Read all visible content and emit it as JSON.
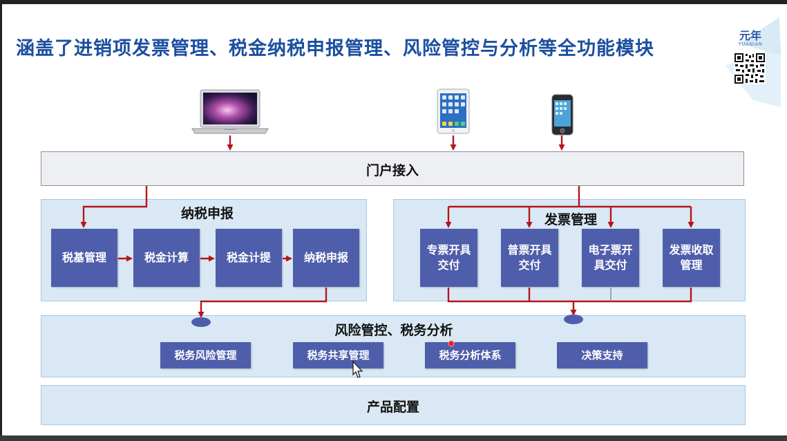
{
  "title": "涵盖了进销项发票管理、税金纳税申报管理、风险管控与分析等全功能模块",
  "brand": {
    "logo_text": "元年",
    "logo_sub": "YUANIAN"
  },
  "portal": {
    "label": "门户接入"
  },
  "tax_declaration": {
    "label": "纳税申报",
    "steps": [
      "税基管理",
      "税金计算",
      "税金计提",
      "纳税申报"
    ]
  },
  "invoice_management": {
    "label": "发票管理",
    "items": [
      {
        "line1": "专票开具",
        "line2": "交付"
      },
      {
        "line1": "普票开具",
        "line2": "交付"
      },
      {
        "line1": "电子票开",
        "line2": "具交付"
      },
      {
        "line1": "发票收取",
        "line2": "管理"
      }
    ]
  },
  "risk_analysis": {
    "label": "风险管控、税务分析",
    "items": [
      "税务风险管理",
      "税务共享管理",
      "税务分析体系",
      "决策支持"
    ]
  },
  "product_config": {
    "label": "产品配置"
  },
  "colors": {
    "title": "#1b4fa0",
    "box": "#4f5eab",
    "panel": "#d9e8f4",
    "arrow": "#b5141c",
    "portal": "#eeeff2"
  }
}
